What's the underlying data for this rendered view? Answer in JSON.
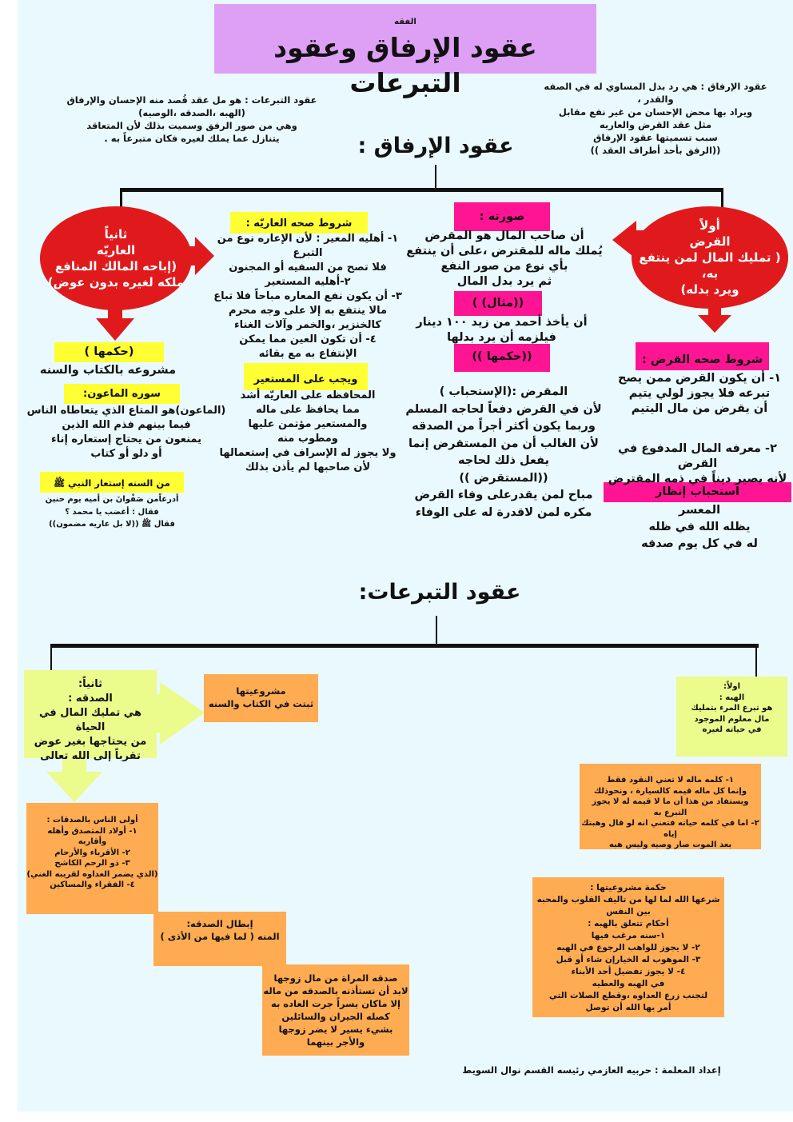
{
  "colors": {
    "title_bg": "#dda0f5",
    "red": "#e01a1c",
    "pink": "#ff1493",
    "yellow": "#ffff33",
    "green": "#ebfb8c",
    "orange": "#ffab52",
    "background": "#e9f9fd"
  },
  "header": {
    "subject": "الفقه",
    "title": "عقود الإرفاق وعقود التبرعات"
  },
  "definitions": {
    "irfaq": "عقود الإرفاق : هي رد بدل المساوي له في الصفه والقدر ،\nويراد بها محض الإحسان من غير نفع مقابل\nمثل عقد القرض والعاريه\nسبب تسميتها عقود الإرفاق\n((الرفق بأحد أطراف العقد ))",
    "tabarruat": "عقود التبرعات : هو مل عقد قُصد منه الإحسان والإرفاق\n(الهبه ،الصدقه ،الوصيه)\nوهي من صور الرفق وسميت بذلك لأن المتعاقد\nيتنازل عما يملك لغيره فكان متبرعاً به ."
  },
  "irfaq_section": {
    "heading": "عقود الإرفاق :",
    "qard": {
      "node": "أولاً\nالقرض\n( تمليك المال لمن ينتفع به،\nويرد بدله)",
      "form_label": "صورته :",
      "form_text": "أن صاحب المال هو المقرض\nيُملك ماله للمقترض ،على أن ينتفع\nبأي نوع من صور النفع\nثم يرد بدل المال",
      "example_label": "((مثال) )",
      "example_text": "أن يأخذ أحمد من زيد ١٠٠ دينار\nفيلزمه أن يرد بدلها",
      "ruling_label": "((حكمها ))",
      "ruling_text": "المقرض :(الإستحباب )\nلأن في القرض دفعاً لحاجه المسلم\nوربما يكون أكثر أجراً من الصدقه\nلأن الغالب أن من المستقرض إنما\nيفعل ذلك لحاجه\n((المستقرض ))\nمباح لمن يقدرعلى وفاء القرض\nمكره لمن لاقدرة له على الوفاء",
      "conditions_label": "شروط صحه القرض :",
      "condition_1": "١- أن يكون القرض ممن يصح\nتبرعه فلا يجوز لولي يتيم\nأن يقرض من مال اليتيم",
      "condition_2": "٢- معرفه المال المدفوع في القرض\nلأنه يصير ديناً في ذمه المقترض",
      "grace_label": "استحباب إنظار",
      "grace_text": "المعسر\nيظله الله في ظله\nله في كل يوم صدقه"
    },
    "ariya": {
      "node": "ثانياً\nالعاريّه\n(إباحه المالك المنافع\nملكه لغيره بدون عوض)",
      "conditions_label": "شروط صحه العاريّه :",
      "conditions_text": "١- أهليه المعير : لأن الإعاره نوع من التبرع\nفلا تصح من السفيه أو المجنون\n٢-أهليه المستعير\n٣- أن يكون نفع المعاره مباحاً فلا تباع\nمالا ينتفع به إلا على وجه محرم\nكالخنزير ،والخمر وآلات الغناء\n٤- أن تكون العين مما يمكن\nالإنتفاع به مع بقائه",
      "ruling_label": "(حكمها )",
      "ruling_text": "مشروعه بالكتاب والسنه",
      "maun_label": "سوره الماعون:",
      "maun_text": "(الماعون)هو المتاع الذي يتعاطاه الناس\nفيما بينهم فذم الله الذين\nيمنعون من يحتاج إستعاره إناء\nأو دلو أو كتاب",
      "sunnah_label": "من السنه إستعار النبي ﷺ",
      "sunnah_text": "أدرعاًمن صَفْوانَ بن أميه يوم حنين\nفقال : أغضب يا محمد ؟\nفقال ﷺ ((لا بل عاريه مضمون))",
      "borrower_label": "ويجب على المستعير",
      "borrower_text": "المحافظه على العاريّه أشد\nمما يحافظ على ماله\nوالمستعير مؤتمن عليها\nومطوب منه\nولا يجوز له الإسراف في إستعمالها\nلأن صاحبها لم يأذن بذلك"
    }
  },
  "tabarruat_section": {
    "heading": "عقود التبرعات:",
    "hiba": {
      "node": "اولاً:\nالهبه :\nهو تبرع المرء بتمليك\nمال معلوم الموجود\nفي حياته لغيره",
      "notes": "١- كلمه ماله لا تعني النقود فقط\nوإنما كل ماله قيمه كالسيارة ، ونحوذلك\nويستفاد من هذا أن ما لا قيمه له لا يجوز التبرع به\n٢- اما في كلمه حياته فتعني انه لو قال وهبتك إياه\nبعد الموت صار وصيه وليس هبه",
      "wisdom": "حكمة مشروعيتها :\nشرعها الله لما لها من تاليف القلوب والمحبه\nبين النفس\nأحكام تتعلق بالهبه :\n١-سنه مرغب فيها\n٢- لا يجوز للواهب الرجوع في الهبه\n٣- الموهوب له الخيارإن شاء أو قبل\n٤- لا يجوز تفضيل أحد الأبناء\nفي الهبه والعطيه\nلتجنب زرع العداوه ،وقطع الصلات التي\nأمر بها الله أن توصل"
    },
    "sadaqa": {
      "node": "ثانياً:\nالصدقه :\nهي تمليك المال في الحياة\nمن يحتاجها بغير عوض\nتقرباً إلى الله تعالى",
      "legitimacy": "مشروعيتها\nثبتت في الكتاب والسنه",
      "priority": "أولى الناس بالصدقات :\n١- أولاد المتصدق وأهله\nوأقاربه\n٢- الأقرباء والأرحام\n٣- ذو الرحم الكاشح\n(الذي يضمر العداوه لقريبه الغني)\n٤- الفقراء والمساكين",
      "invalidation": "إبطال الصدقه:\nالمنه ( لما فيها من الأذى )",
      "wife": "صدقه المراة من مال زوجها\nلابد أن تستأذنه بالصدقه من ماله\nإلا ماكان يسراً جرت العاده به\nكصله الجيران والسائلين\nبشيء يسير لا يضر زوجها\nوالأجر بينهما"
    }
  },
  "footer": {
    "credit": "إعداد المعلمة : حربيه العازمي رئيسه القسم نوال السويط"
  }
}
